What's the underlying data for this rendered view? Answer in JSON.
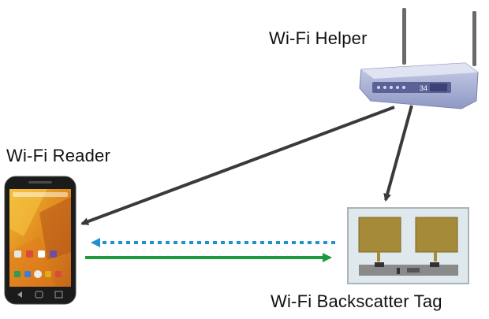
{
  "labels": {
    "helper": "Wi-Fi Helper",
    "reader": "Wi-Fi Reader",
    "tag": "Wi-Fi Backscatter Tag"
  },
  "devices": {
    "router": {
      "icon": "wifi-router-icon",
      "status_text": "34"
    },
    "phone": {
      "icon": "smartphone-icon"
    },
    "tag": {
      "icon": "backscatter-tag-icon"
    }
  },
  "links": [
    {
      "from": "helper",
      "to": "reader",
      "style": "solid",
      "color": "#3a3a3a"
    },
    {
      "from": "helper",
      "to": "tag",
      "style": "solid",
      "color": "#3a3a3a"
    },
    {
      "from": "tag",
      "to": "reader",
      "style": "dotted",
      "color": "#1f8fd8"
    },
    {
      "from": "reader",
      "to": "tag",
      "style": "solid",
      "color": "#1e9a3c"
    }
  ],
  "colors": {
    "arrow_dark": "#3a3a3a",
    "arrow_blue": "#1f8fd8",
    "arrow_green": "#1e9a3c",
    "tag_board": "#dfe8ec",
    "antenna_gold": "#a58a3a"
  }
}
